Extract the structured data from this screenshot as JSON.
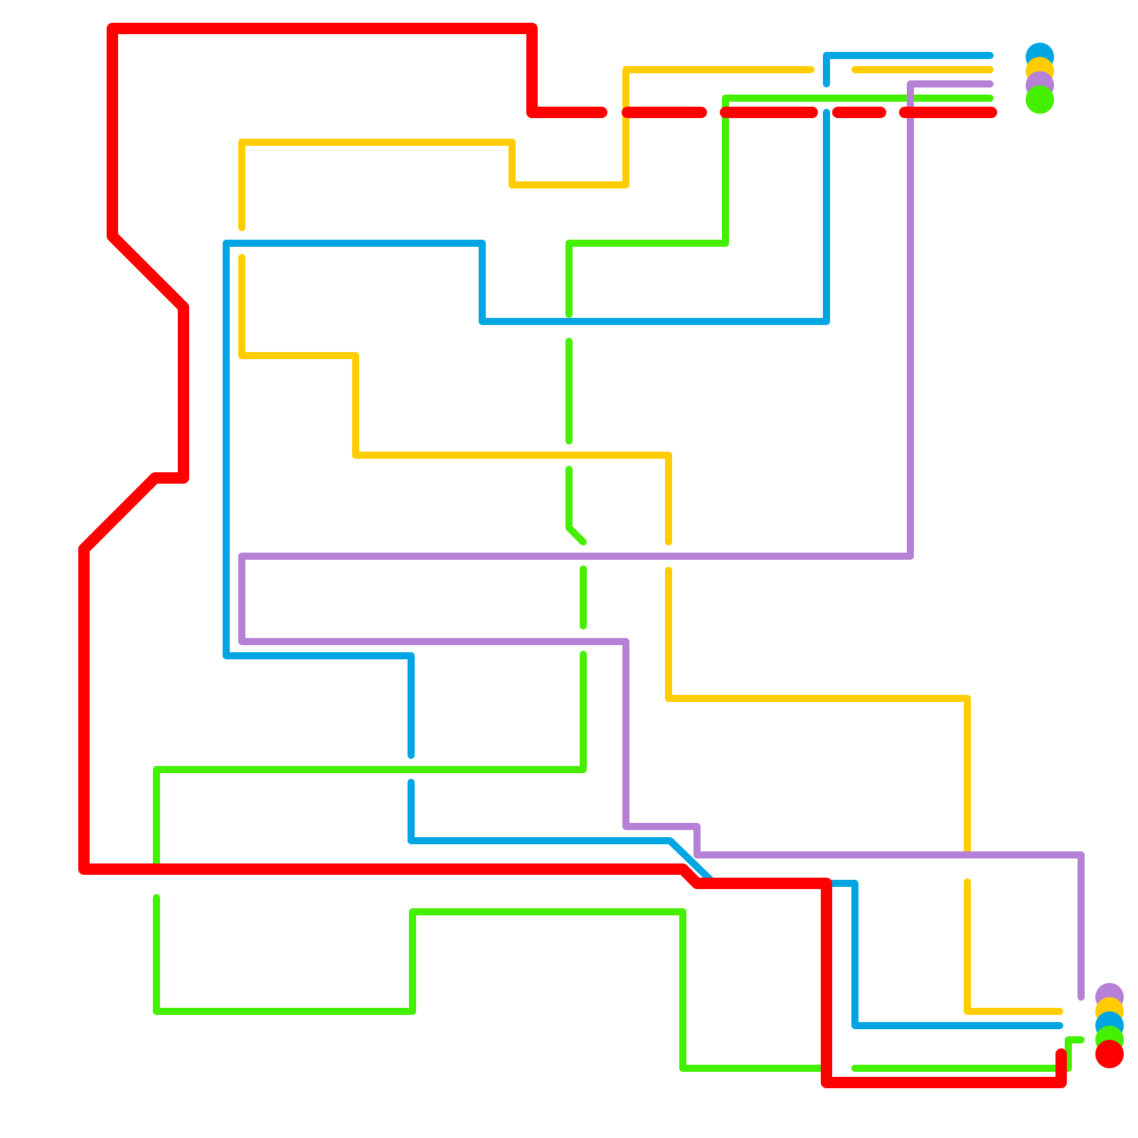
{
  "diagram": {
    "background": "#ffffff",
    "lines": [
      {
        "id": "red",
        "color": "#ff0000"
      },
      {
        "id": "blue",
        "color": "#00a5e2"
      },
      {
        "id": "yellow",
        "color": "#ffcc00"
      },
      {
        "id": "purple",
        "color": "#b580d6"
      },
      {
        "id": "green",
        "color": "#44ef00"
      }
    ],
    "terminal_groups": [
      {
        "position": "top-right",
        "order": [
          "blue",
          "yellow",
          "purple",
          "green"
        ]
      },
      {
        "position": "bottom-right",
        "order": [
          "purple",
          "yellow",
          "blue",
          "green",
          "red"
        ]
      }
    ]
  }
}
